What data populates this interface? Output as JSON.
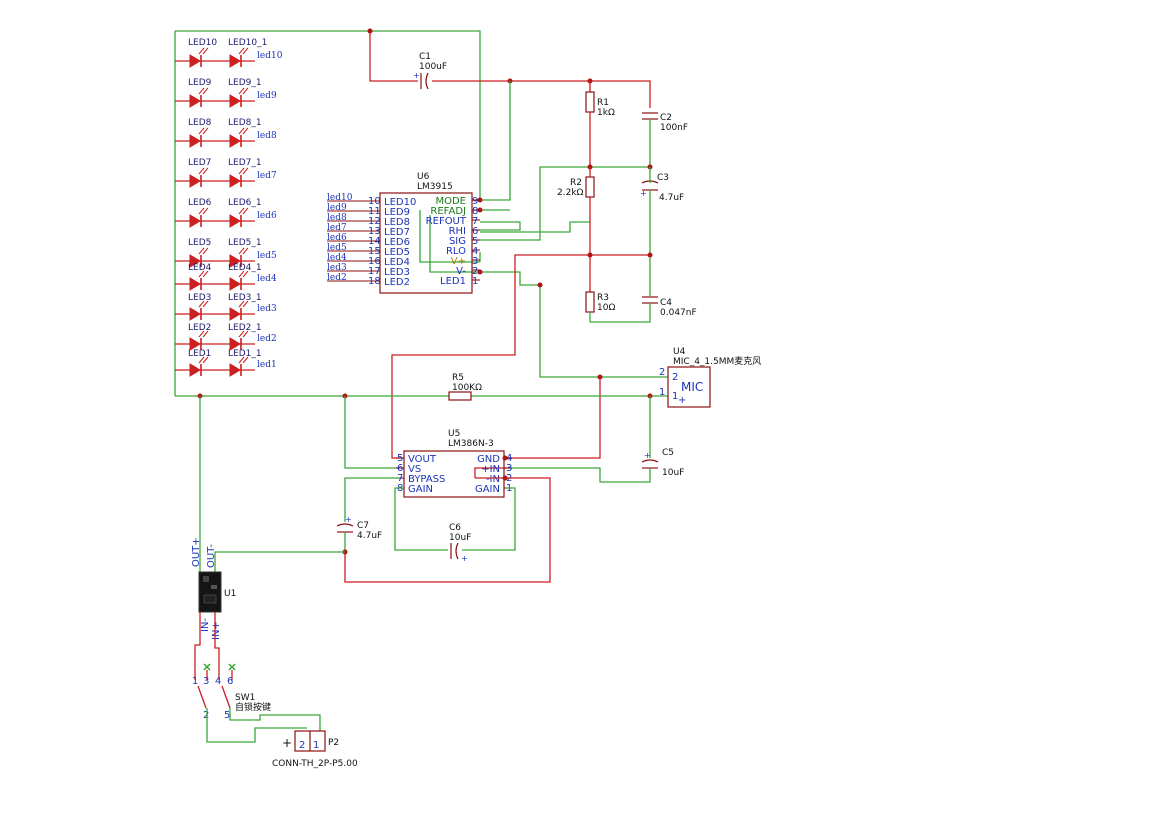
{
  "components": {
    "c1": {
      "ref": "C1",
      "value": "100uF"
    },
    "c2": {
      "ref": "C2",
      "value": "100nF"
    },
    "c3": {
      "ref": "C3",
      "value": "4.7uF"
    },
    "c4": {
      "ref": "C4",
      "value": "0.047nF"
    },
    "c5": {
      "ref": "C5",
      "value": "10uF"
    },
    "c6": {
      "ref": "C6",
      "value": "10uF"
    },
    "c7": {
      "ref": "C7",
      "value": "4.7uF"
    },
    "r1": {
      "ref": "R1",
      "value": "1kΩ"
    },
    "r2": {
      "ref": "R2",
      "value": "2.2kΩ"
    },
    "r3": {
      "ref": "R3",
      "value": "10Ω"
    },
    "r5": {
      "ref": "R5",
      "value": "100KΩ"
    },
    "u1": {
      "ref": "U1",
      "out_plus": "OUT+",
      "out_minus": "OUT-",
      "in_minus": "IN-",
      "in_plus": "IN+"
    },
    "u4": {
      "ref": "U4",
      "value": "MIC_4_1.5MM麦克风",
      "body": "MIC",
      "pin2": "2",
      "pin1": "1",
      "plus": "+"
    },
    "u5": {
      "ref": "U5",
      "value": "LM386N-3",
      "left_pins": [
        {
          "num": "5",
          "name": "VOUT"
        },
        {
          "num": "6",
          "name": "VS"
        },
        {
          "num": "7",
          "name": "BYPASS"
        },
        {
          "num": "8",
          "name": "GAIN"
        }
      ],
      "right_pins": [
        {
          "num": "4",
          "name": "GND"
        },
        {
          "num": "3",
          "name": "+IN"
        },
        {
          "num": "2",
          "name": "-IN"
        },
        {
          "num": "1",
          "name": "GAIN"
        }
      ]
    },
    "u6": {
      "ref": "U6",
      "value": "LM3915",
      "left_pins": [
        {
          "num": "10",
          "name": "LED10",
          "net": "led10"
        },
        {
          "num": "11",
          "name": "LED9",
          "net": "led9"
        },
        {
          "num": "12",
          "name": "LED8",
          "net": "led8"
        },
        {
          "num": "13",
          "name": "LED7",
          "net": "led7"
        },
        {
          "num": "14",
          "name": "LED6",
          "net": "led6"
        },
        {
          "num": "15",
          "name": "LED5",
          "net": "led5"
        },
        {
          "num": "16",
          "name": "LED4",
          "net": "led4"
        },
        {
          "num": "17",
          "name": "LED3",
          "net": "led3"
        },
        {
          "num": "18",
          "name": "LED2",
          "net": "led2"
        }
      ],
      "right_pins": [
        {
          "num": "9",
          "name": "MODE"
        },
        {
          "num": "8",
          "name": "REFADJ"
        },
        {
          "num": "7",
          "name": "REFOUT"
        },
        {
          "num": "6",
          "name": "RHI"
        },
        {
          "num": "5",
          "name": "SIG"
        },
        {
          "num": "4",
          "name": "RLO"
        },
        {
          "num": "3",
          "name": "V+"
        },
        {
          "num": "2",
          "name": "V-"
        },
        {
          "num": "1",
          "name": "LED1"
        }
      ]
    },
    "sw1": {
      "ref": "SW1",
      "value": "自锁按键",
      "pins": [
        "1",
        "3",
        "4",
        "6",
        "2",
        "5"
      ]
    },
    "p2": {
      "ref": "P2",
      "value": "CONN-TH_2P-P5.00",
      "pin2": "2",
      "pin1": "1",
      "plus": "+"
    }
  },
  "leds": [
    {
      "a": "LED10",
      "b": "LED10_1",
      "net": "led10"
    },
    {
      "a": "LED9",
      "b": "LED9_1",
      "net": "led9"
    },
    {
      "a": "LED8",
      "b": "LED8_1",
      "net": "led8"
    },
    {
      "a": "LED7",
      "b": "LED7_1",
      "net": "led7"
    },
    {
      "a": "LED6",
      "b": "LED6_1",
      "net": "led6"
    },
    {
      "a": "LED5",
      "b": "LED5_1",
      "net": "led5"
    },
    {
      "a": "LED4",
      "b": "LED4_1",
      "net": "led4"
    },
    {
      "a": "LED3",
      "b": "LED3_1",
      "net": "led3"
    },
    {
      "a": "LED2",
      "b": "LED2_1",
      "net": "led2"
    },
    {
      "a": "LED1",
      "b": "LED1_1",
      "net": "led1"
    }
  ],
  "colors": {
    "wire": "#3aa83a",
    "red_wire": "#cc1f1f",
    "body": "#8a1010",
    "text": "#1d33b8"
  }
}
